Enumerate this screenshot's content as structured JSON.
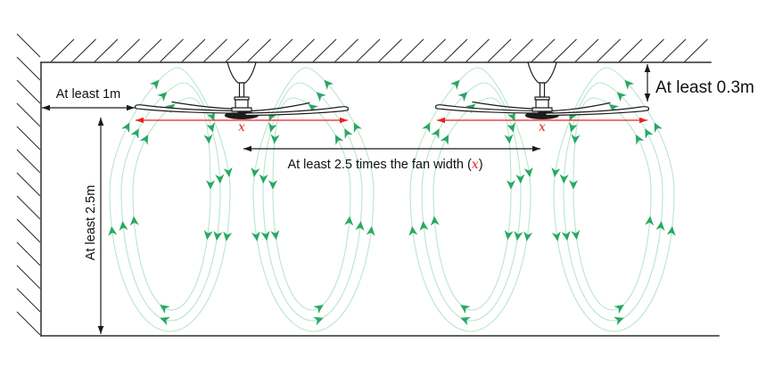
{
  "labels": {
    "wall_clearance": "At least 1m",
    "floor_clearance": "At least 2.5m",
    "ceiling_clearance": "At least 0.3m",
    "fan_spacing_prefix": "At least 2.5 times the fan width (",
    "fan_width_symbol": "x",
    "fan_spacing_suffix": ")"
  },
  "fans": {
    "count": 2
  },
  "colors": {
    "airflow_line": "#b9e6ce",
    "airflow_arrow": "#29a863",
    "dimension": "#1a1a1a",
    "fan_width_arrow": "#e8231f",
    "structure": "#2e2e2e"
  }
}
